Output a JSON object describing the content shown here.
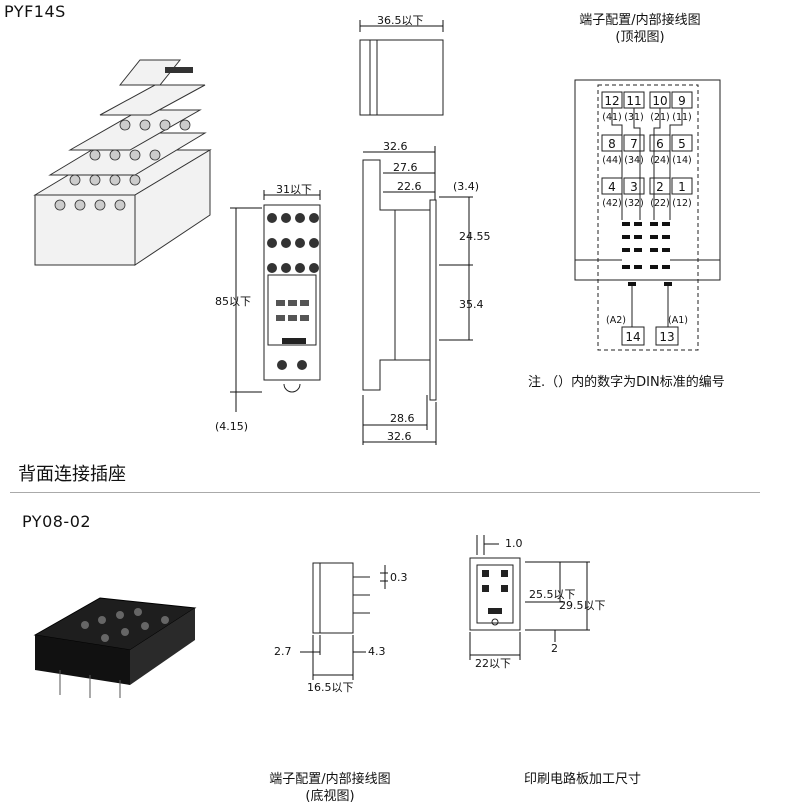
{
  "products": {
    "top": {
      "model": "PYF14S",
      "dims": {
        "top_width": "36.5以下",
        "width": "31以下",
        "height": "85以下",
        "bottom_offset": "(4.15)",
        "depth_a": "32.6",
        "depth_b": "27.6",
        "depth_c": "22.6",
        "depth_c2": "(3.4)",
        "h1": "24.55",
        "h2": "35.4",
        "base_a": "28.6",
        "base_b": "32.6"
      },
      "wiring": {
        "title": "端子配置/内部接线图",
        "subtitle": "(顶视图)",
        "row1": [
          {
            "t": "12",
            "d": "(41)"
          },
          {
            "t": "11",
            "d": "(31)"
          },
          {
            "t": "10",
            "d": "(21)"
          },
          {
            "t": "9",
            "d": "(11)"
          }
        ],
        "row2": [
          {
            "t": "8",
            "d": "(44)"
          },
          {
            "t": "7",
            "d": "(34)"
          },
          {
            "t": "6",
            "d": "(24)"
          },
          {
            "t": "5",
            "d": "(14)"
          }
        ],
        "row3": [
          {
            "t": "4",
            "d": "(42)"
          },
          {
            "t": "3",
            "d": "(32)"
          },
          {
            "t": "2",
            "d": "(22)"
          },
          {
            "t": "1",
            "d": "(12)"
          }
        ],
        "coil": [
          {
            "t": "14",
            "d": "(A2)"
          },
          {
            "t": "13",
            "d": "(A1)"
          }
        ],
        "note": "注.（）内的数字为DIN标准的编号"
      }
    },
    "section_title": "背面连接插座",
    "bottom": {
      "model": "PY08-02",
      "dims": {
        "pin": "0.3",
        "left": "2.7",
        "right": "4.3",
        "depth": "16.5以下",
        "pitch": "1.0",
        "h_a": "25.5以下",
        "h_b": "29.5以下",
        "width": "22以下",
        "gap": "2"
      },
      "captions": {
        "wiring_title": "端子配置/内部接线图",
        "wiring_sub": "(底视图)",
        "pcb": "印刷电路板加工尺寸"
      }
    }
  }
}
